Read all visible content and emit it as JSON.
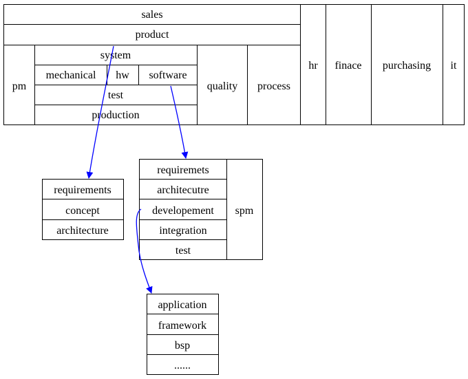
{
  "colors": {
    "edge": "#0000ff",
    "border": "#000000",
    "background": "#ffffff"
  },
  "org": {
    "sales": "sales",
    "product": "product",
    "pm": "pm",
    "system": "system",
    "mechanical": "mechanical",
    "hw": "hw",
    "software": "software",
    "test": "test",
    "production": "production",
    "quality": "quality",
    "process": "process",
    "hr": "hr",
    "finace": "finace",
    "purchasing": "purchasing",
    "it": "it"
  },
  "system_node": {
    "items": [
      "requirements",
      "concept",
      "architecture"
    ]
  },
  "software_node": {
    "items": [
      "requiremets",
      "architecutre",
      "developement",
      "integration",
      "test"
    ],
    "side": "spm"
  },
  "dev_node": {
    "items": [
      "application",
      "framework",
      "bsp",
      "......"
    ]
  }
}
